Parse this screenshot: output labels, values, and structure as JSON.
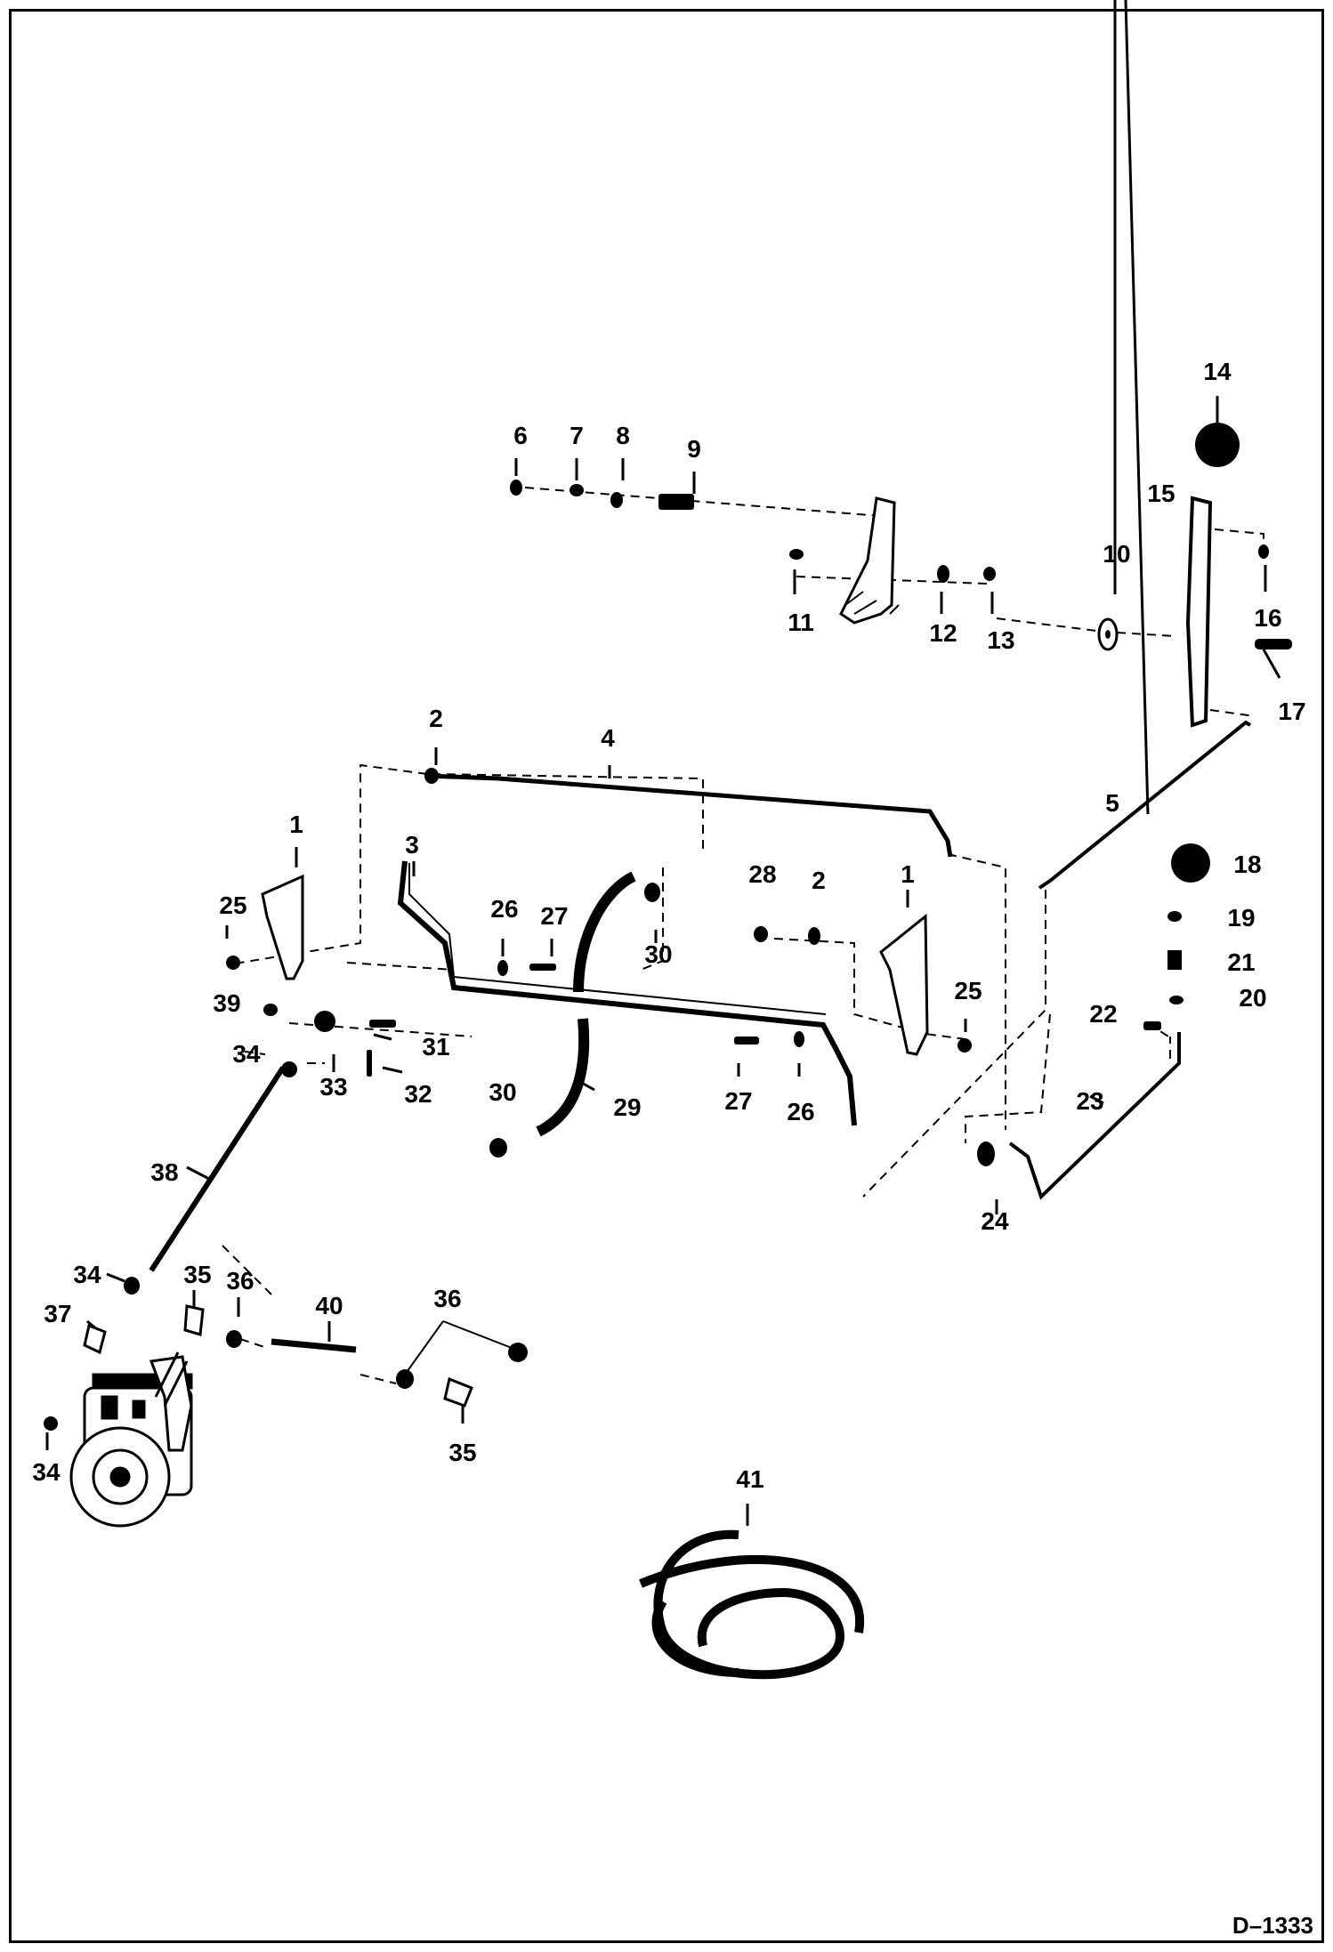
{
  "figure_id": "D–1333",
  "callouts": [
    {
      "label": "14"
    },
    {
      "label": "6"
    },
    {
      "label": "7"
    },
    {
      "label": "8"
    },
    {
      "label": "9"
    },
    {
      "label": "15"
    },
    {
      "label": "10"
    },
    {
      "label": "11"
    },
    {
      "label": "12"
    },
    {
      "label": "13"
    },
    {
      "label": "16"
    },
    {
      "label": "17"
    },
    {
      "label": "2"
    },
    {
      "label": "4"
    },
    {
      "label": "5"
    },
    {
      "label": "1"
    },
    {
      "label": "3"
    },
    {
      "label": "18"
    },
    {
      "label": "28"
    },
    {
      "label": "2"
    },
    {
      "label": "25"
    },
    {
      "label": "26"
    },
    {
      "label": "27"
    },
    {
      "label": "30"
    },
    {
      "label": "1"
    },
    {
      "label": "19"
    },
    {
      "label": "21"
    },
    {
      "label": "20"
    },
    {
      "label": "25"
    },
    {
      "label": "39"
    },
    {
      "label": "31"
    },
    {
      "label": "22"
    },
    {
      "label": "34"
    },
    {
      "label": "33"
    },
    {
      "label": "32"
    },
    {
      "label": "27"
    },
    {
      "label": "26"
    },
    {
      "label": "30"
    },
    {
      "label": "29"
    },
    {
      "label": "23"
    },
    {
      "label": "38"
    },
    {
      "label": "24"
    },
    {
      "label": "34"
    },
    {
      "label": "35"
    },
    {
      "label": "36"
    },
    {
      "label": "40"
    },
    {
      "label": "36"
    },
    {
      "label": "37"
    },
    {
      "label": "35"
    },
    {
      "label": "34"
    },
    {
      "label": "41"
    }
  ]
}
